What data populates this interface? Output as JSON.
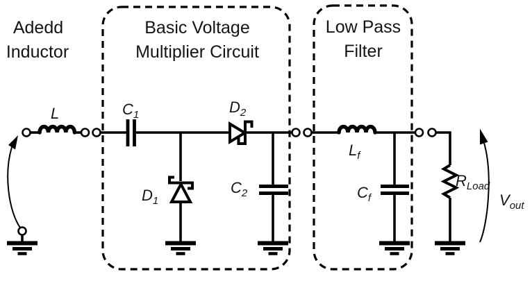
{
  "colors": {
    "ink": "#000000",
    "background": "#ffffff"
  },
  "sections": {
    "added_inductor": {
      "line1": "Adedd",
      "line2": "Inductor"
    },
    "multiplier": {
      "line1": "Basic Voltage",
      "line2": "Multiplier Circuit"
    },
    "low_pass": {
      "line1": "Low Pass",
      "line2": "Filter"
    }
  },
  "components": {
    "L": {
      "name": "L",
      "sub": ""
    },
    "C1": {
      "name": "C",
      "sub": "1"
    },
    "D1": {
      "name": "D",
      "sub": "1"
    },
    "D2": {
      "name": "D",
      "sub": "2"
    },
    "C2": {
      "name": "C",
      "sub": "2"
    },
    "Lf": {
      "name": "L",
      "sub": "f"
    },
    "Cf": {
      "name": "C",
      "sub": "f"
    },
    "R_load": {
      "name": "R",
      "sub": "Load"
    },
    "V_out": {
      "name": "V",
      "sub": "out"
    }
  }
}
